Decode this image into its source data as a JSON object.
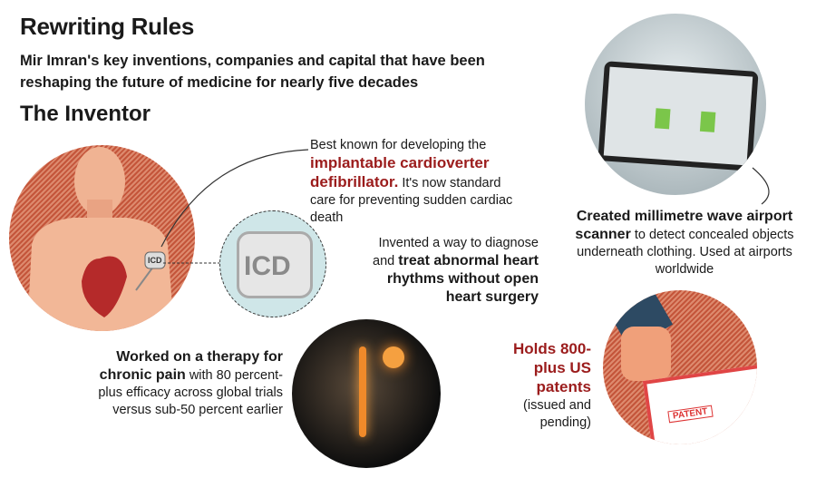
{
  "header": {
    "title": "Rewriting Rules",
    "subtitle": "Mir Imran's key inventions, companies and capital that have been reshaping the future of medicine for nearly five decades",
    "section": "The Inventor"
  },
  "icd": {
    "label": "ICD",
    "small_label": "ICD"
  },
  "facts": {
    "icd": {
      "pre": "Best known for developing the",
      "highlight": "implantable cardioverter defibrillator.",
      "post": "It's now standard care for preventing sudden cardiac death"
    },
    "rhythm": {
      "pre": "Invented a way to diagnose and",
      "highlight": "treat abnormal heart rhythms without open heart surgery"
    },
    "scanner": {
      "highlight": "Created millimetre wave airport scanner",
      "post": "to detect concealed objects underneath clothing. Used at airports worldwide"
    },
    "pain": {
      "highlight": "Worked on a therapy for chronic pain",
      "post": "with 80 percent-plus efficacy across global trials versus sub-50 percent earlier"
    },
    "patents": {
      "highlight": "Holds 800-plus US patents",
      "post": "(issued and pending)"
    }
  },
  "patent_stamp": "PATENT",
  "colors": {
    "accent": "#9b1c1c",
    "hatch": "#c4553a",
    "icd_bg": "#cfe6e8"
  }
}
